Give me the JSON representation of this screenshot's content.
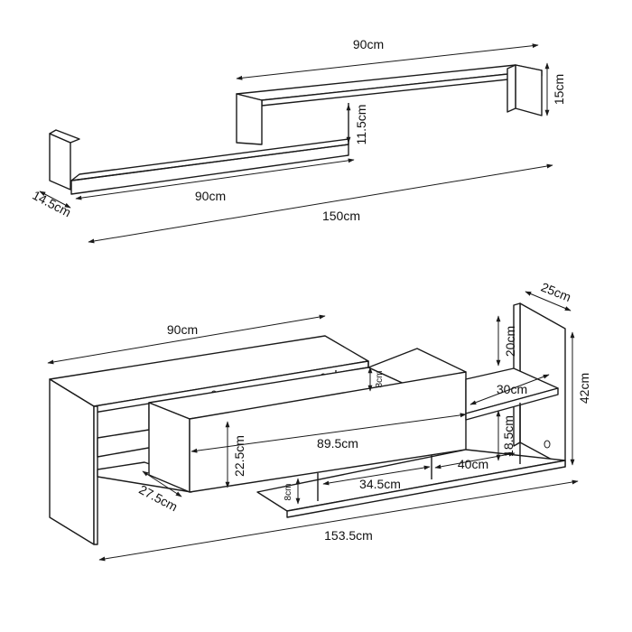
{
  "diagrams": {
    "top_shelf": {
      "labels": {
        "top_width": "90cm",
        "right_height": "15cm",
        "gap_height": "11.5cm",
        "bottom_width": "90cm",
        "depth": "14.5cm",
        "total_width": "150cm"
      }
    },
    "tv_unit": {
      "labels": {
        "left_top_width": "90cm",
        "depth_right": "25cm",
        "tower_top_height": "20cm",
        "total_height": "42cm",
        "small_gap": "8cm",
        "right_shelf_width": "30cm",
        "cabinet_width": "89.5cm",
        "cabinet_height": "22.5cm",
        "compartment_width": "34.5cm",
        "right_compartment_width": "40cm",
        "right_compartment_height": "18.5cm",
        "lower_gap": "8cm",
        "left_depth": "27.5cm",
        "total_width": "153.5cm"
      }
    }
  }
}
